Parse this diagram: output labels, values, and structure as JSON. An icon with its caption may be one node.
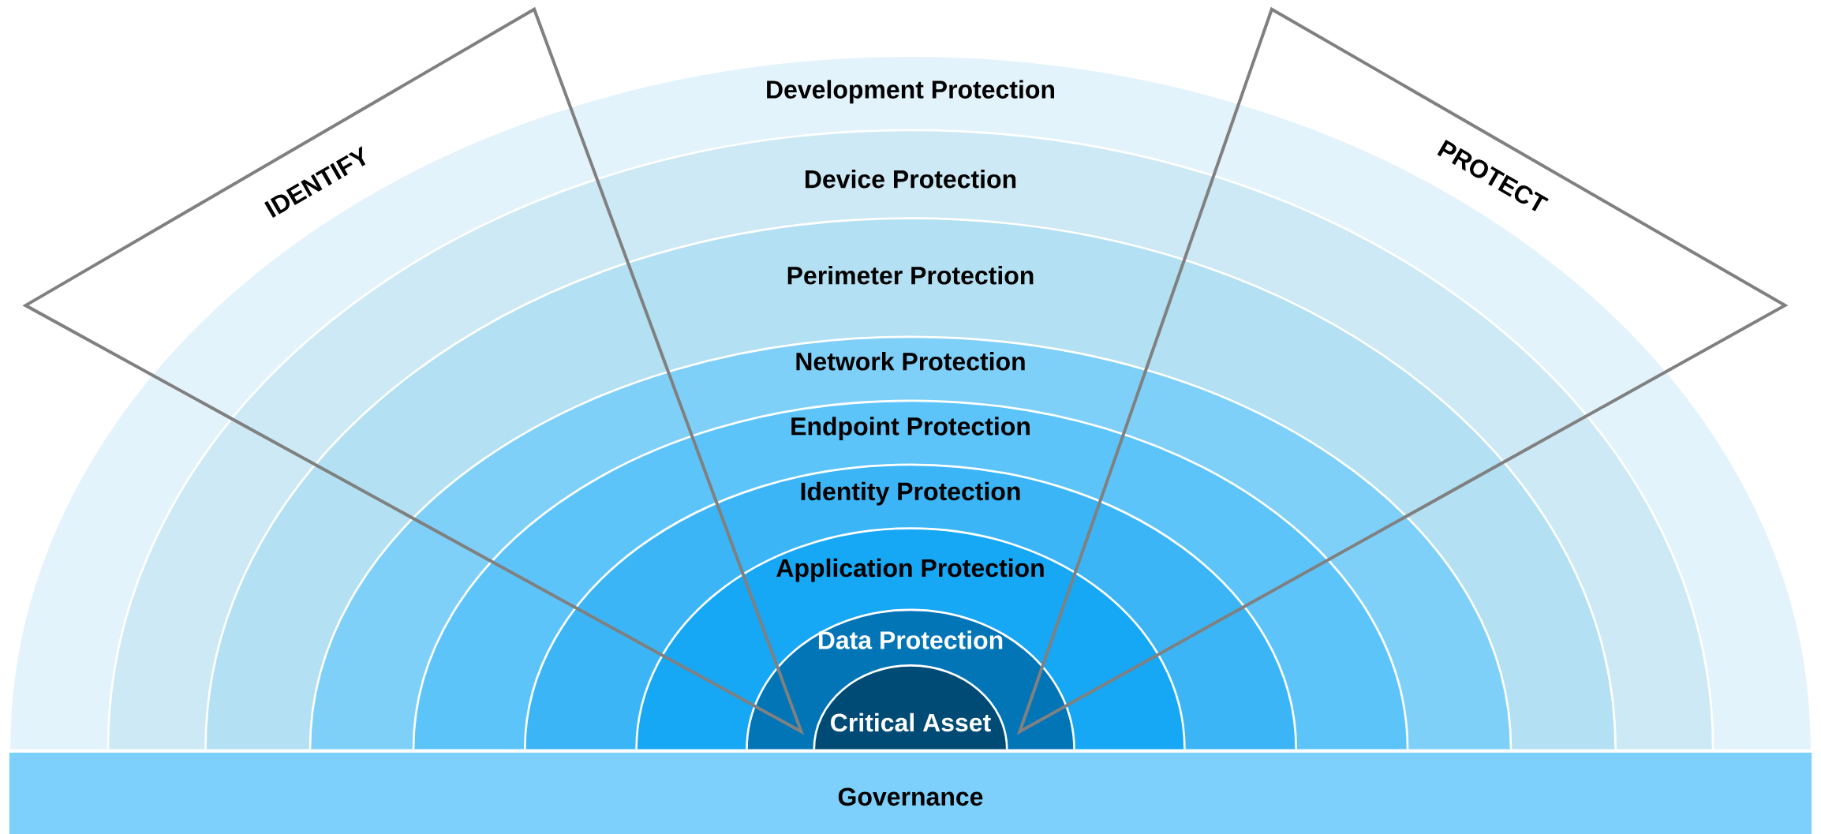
{
  "diagram": {
    "nodes": [
      {
        "text": [
          "Development Protection"
        ]
      },
      {
        "text": [
          "Device Protection"
        ]
      },
      {
        "text": [
          "Perimeter Protection"
        ]
      },
      {
        "text": [
          "Network Protection"
        ]
      },
      {
        "text": [
          "Endpoint Protection"
        ]
      },
      {
        "text": [
          "Identity Protection"
        ]
      },
      {
        "text": [
          "Application Protection"
        ]
      },
      {
        "text": [
          "Data Protection"
        ]
      },
      {
        "text": [
          "Critical Asset"
        ]
      },
      {
        "text": [
          "Governance"
        ]
      },
      {
        "text": [
          "IDENTIFY"
        ]
      },
      {
        "text": [
          "PROTECT"
        ]
      }
    ]
  }
}
